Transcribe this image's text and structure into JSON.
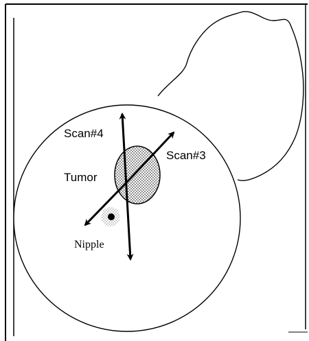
{
  "labels": {
    "scan4": "Scan#4",
    "scan3": "Scan#3",
    "tumor": "Tumor",
    "nipple": "Nipple"
  },
  "colors": {
    "ink": "#000000",
    "paper": "#ffffff",
    "stipple": "#555555"
  }
}
